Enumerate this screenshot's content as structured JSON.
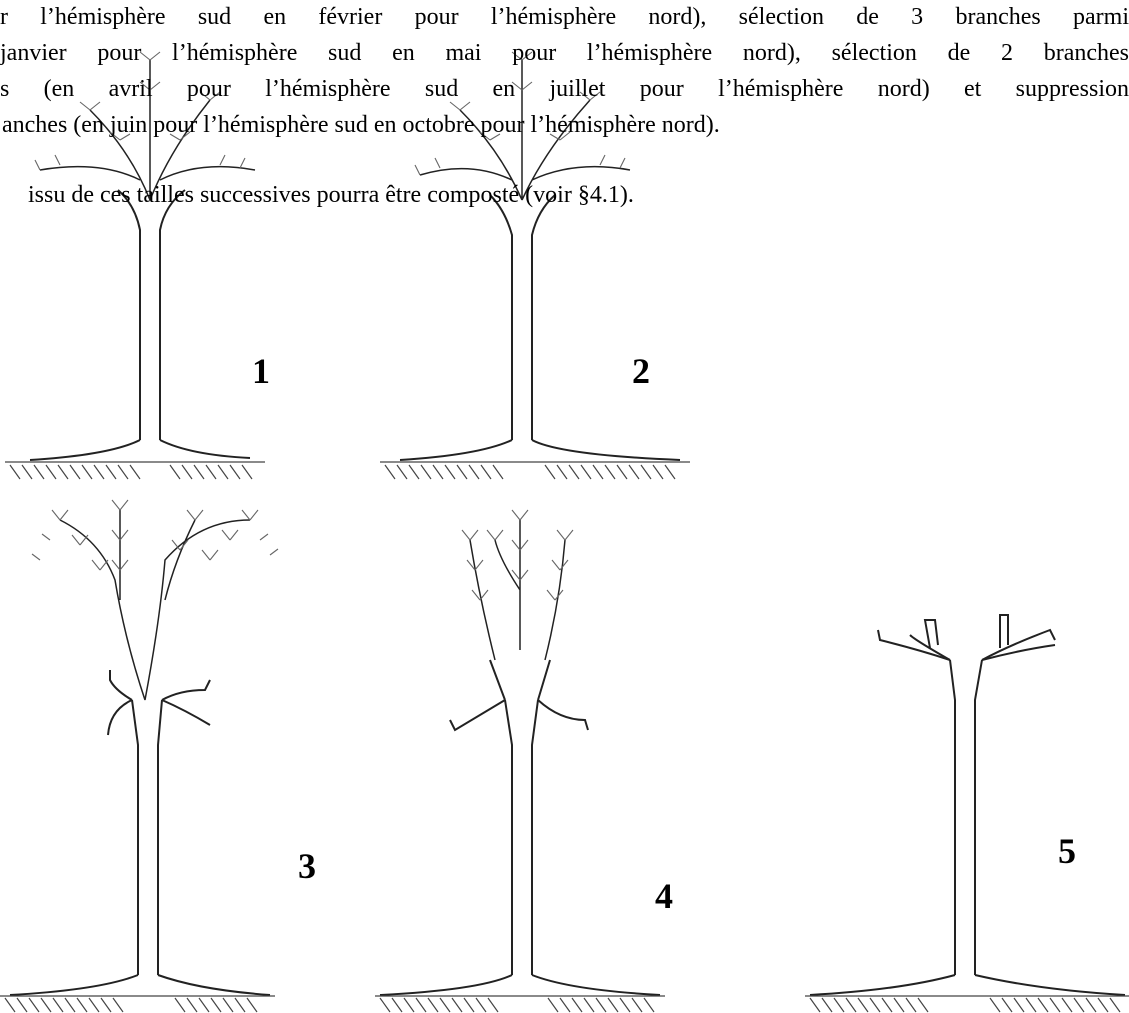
{
  "text": {
    "lines": [
      "r l’hémisphère sud en février pour l’hémisphère nord), sélection de 3 branches parmi",
      "janvier pour l’hémisphère sud en mai pour l’hémisphère nord), sélection de 2 branches",
      "s (en avril pour l’hémisphère sud en juillet pour l’hémisphère nord) et suppression",
      "anches (en juin pour l’hémisphère sud en octobre pour l’hémisphère nord).",
      "issu de ces tailles successives pourra être composté (voir §4.1)."
    ]
  },
  "figure": {
    "labels": [
      "1",
      "2",
      "3",
      "4",
      "5"
    ]
  }
}
